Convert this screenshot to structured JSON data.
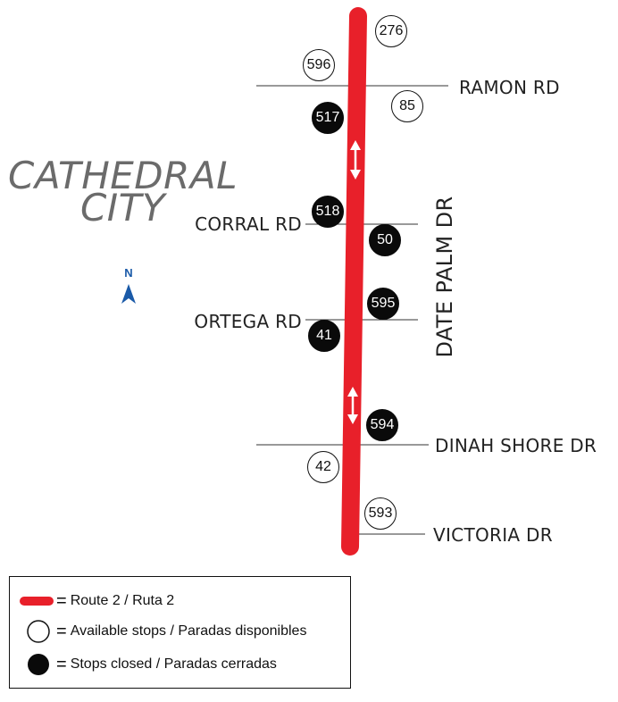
{
  "city_label": {
    "line1": "CATHEDRAL",
    "line2": "CITY"
  },
  "route": {
    "color": "#e8202a"
  },
  "main_street": "DATE PALM DR",
  "cross_streets": [
    {
      "id": "ramon",
      "label": "RAMON RD"
    },
    {
      "id": "corral",
      "label": "CORRAL RD"
    },
    {
      "id": "ortega",
      "label": "ORTEGA RD"
    },
    {
      "id": "dinah",
      "label": "DINAH SHORE DR"
    },
    {
      "id": "victoria",
      "label": "VICTORIA DR"
    }
  ],
  "stops": [
    {
      "number": "276",
      "status": "available"
    },
    {
      "number": "596",
      "status": "available"
    },
    {
      "number": "85",
      "status": "available"
    },
    {
      "number": "517",
      "status": "closed"
    },
    {
      "number": "518",
      "status": "closed"
    },
    {
      "number": "50",
      "status": "closed"
    },
    {
      "number": "595",
      "status": "closed"
    },
    {
      "number": "41",
      "status": "closed"
    },
    {
      "number": "594",
      "status": "closed"
    },
    {
      "number": "42",
      "status": "available"
    },
    {
      "number": "593",
      "status": "available"
    }
  ],
  "north_arrow": {
    "letter": "N",
    "color": "#1a5aa8"
  },
  "legend": {
    "equals": "=",
    "items": [
      {
        "symbol": "route-line",
        "text": "Route 2 / Ruta 2"
      },
      {
        "symbol": "open-circle",
        "text": "Available stops / Paradas disponibles"
      },
      {
        "symbol": "filled-circle",
        "text": "Stops closed / Paradas cerradas"
      }
    ]
  }
}
